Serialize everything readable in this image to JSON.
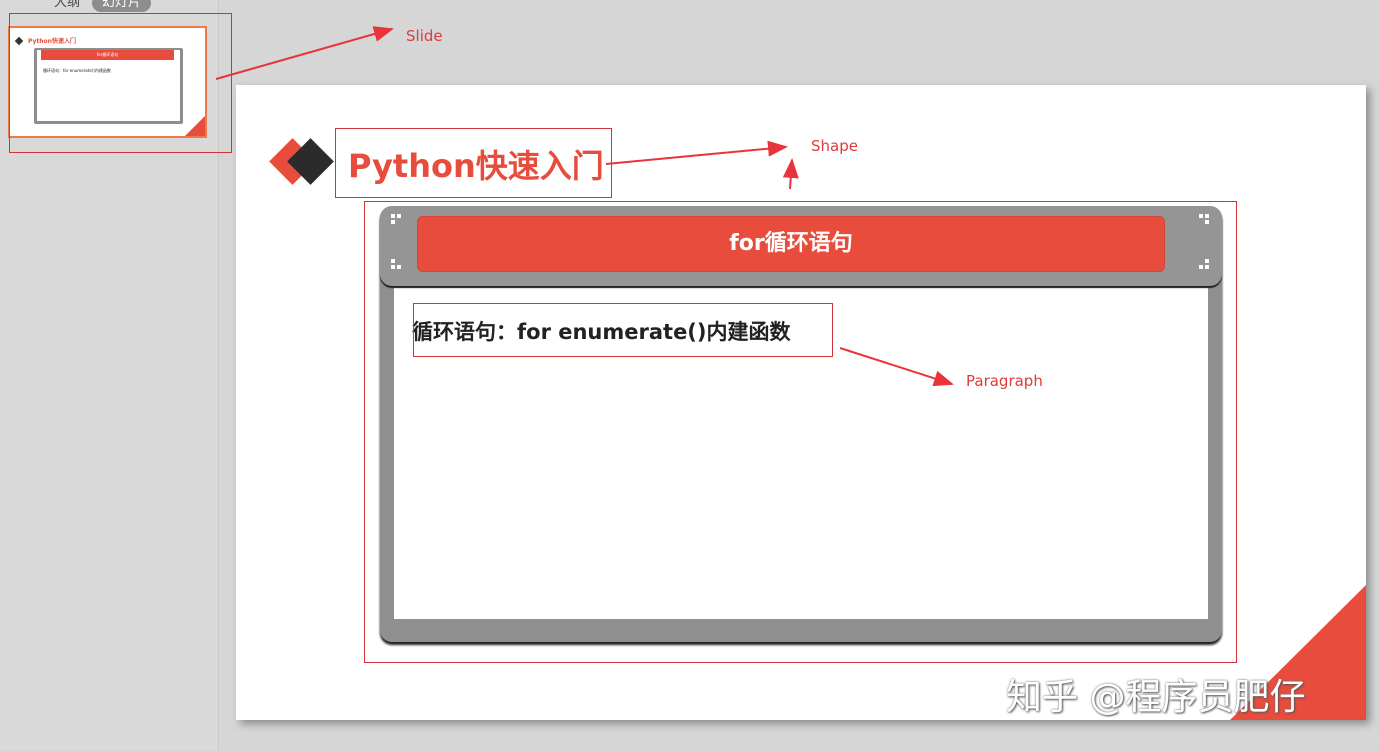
{
  "panel": {
    "tabs": [
      {
        "label": "大纲"
      },
      {
        "label": "幻灯片"
      }
    ]
  },
  "thumbnail": {
    "title": "Python快速入门",
    "header": "for循环语句",
    "paragraph": "循环语句：for enumerate()内建函数"
  },
  "slide": {
    "title": "Python快速入门",
    "header": "for循环语句",
    "paragraph": "循环语句：for enumerate()内建函数",
    "accent_color": "#e84c3d"
  },
  "annotations": {
    "slide": "Slide",
    "shape": "Shape",
    "paragraph": "Paragraph"
  },
  "watermark": "知乎 @程序员肥仔"
}
